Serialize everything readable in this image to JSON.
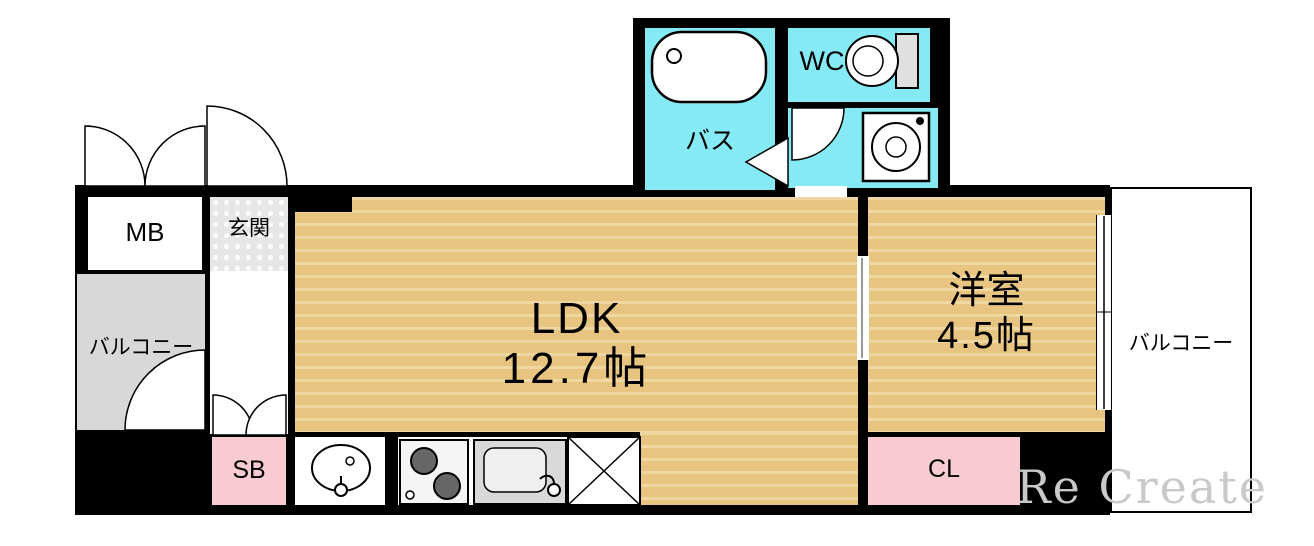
{
  "floorplan": {
    "rooms": {
      "ldk": {
        "name": "LDK",
        "size": "12.7帖"
      },
      "western": {
        "name": "洋室",
        "size": "4.5帖"
      },
      "bath": {
        "name": "バス"
      },
      "wc": {
        "name": "WC"
      },
      "entrance": {
        "name": "玄関"
      },
      "meter_box": {
        "name": "MB"
      },
      "balcony_left": {
        "name": "バルコニー"
      },
      "balcony_right": {
        "name": "バルコニー"
      },
      "shoe_box": {
        "name": "SB"
      },
      "closet": {
        "name": "CL"
      }
    },
    "fixtures": [
      "bathtub-icon",
      "toilet-icon",
      "washing-machine-icon",
      "washbasin-icon",
      "stove-icon",
      "kitchen-sink-icon",
      "refrigerator-space-hatch"
    ],
    "watermark": "Re Create",
    "colors": {
      "wall": "#000000",
      "room_floor": "#E7C480",
      "room_floor_stripe": "#F0D7A2",
      "wet_area": "#85EAF3",
      "storage_pink": "#F8CBD3",
      "balcony_gray": "#D8D8D8",
      "entrance_tile": "#E6E6E6",
      "watermark_gray": "#C9C9C9"
    }
  }
}
